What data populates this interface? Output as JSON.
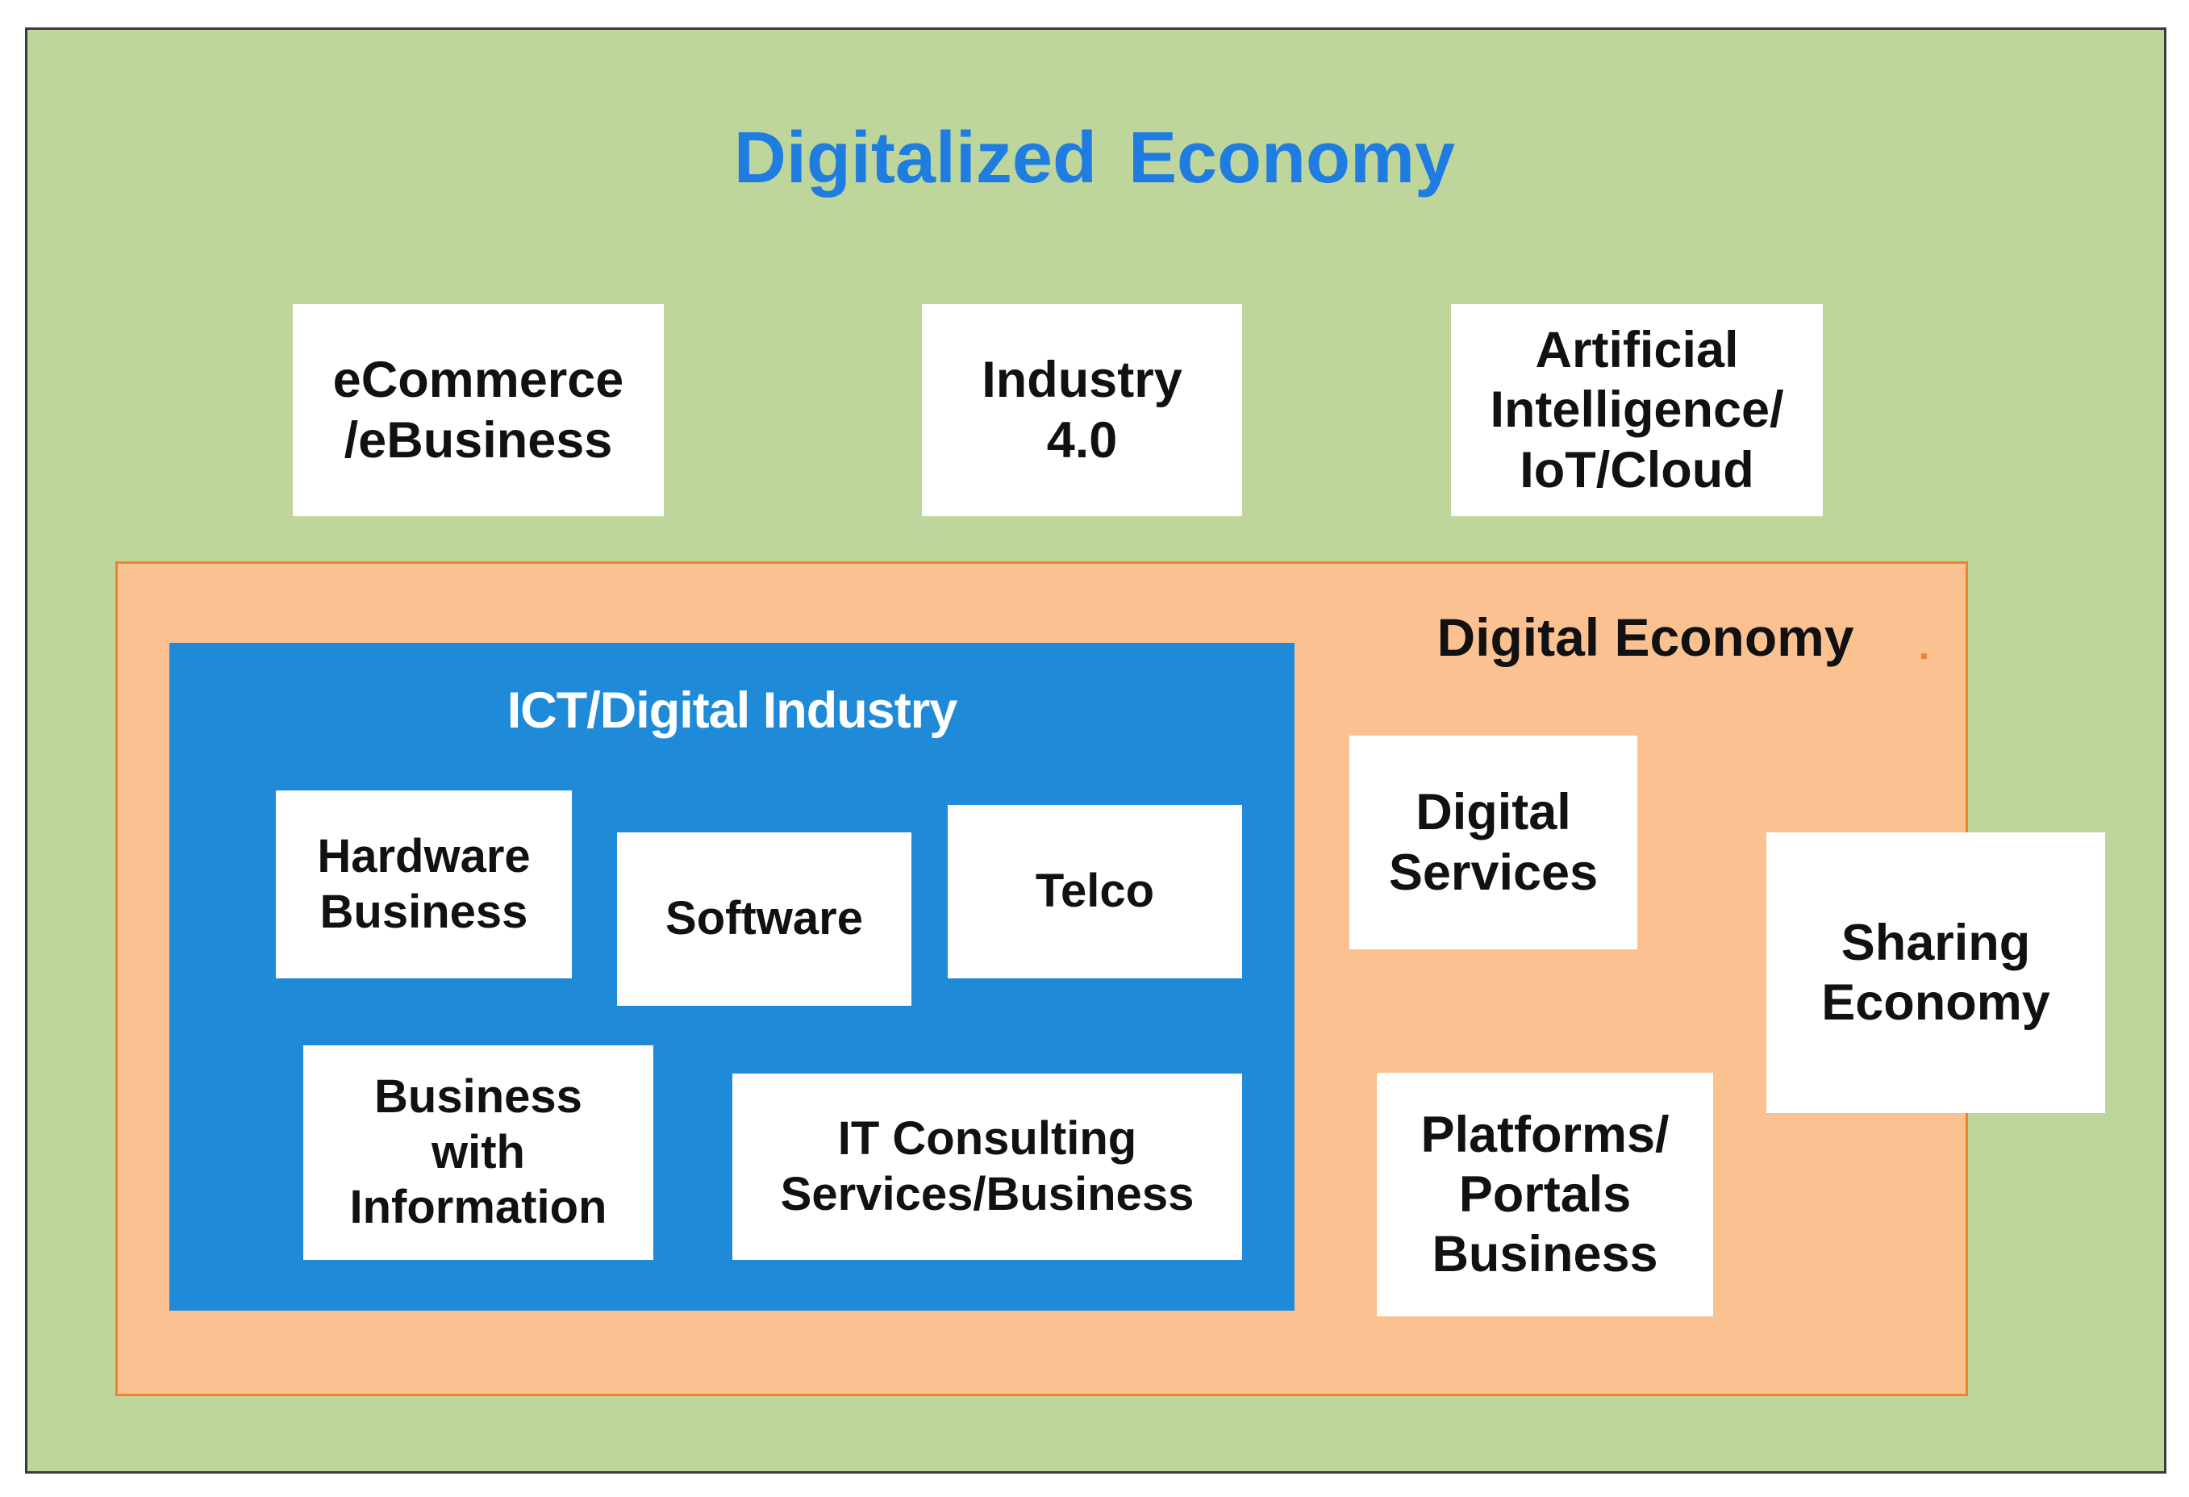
{
  "diagram": {
    "title": "Digitalized Economy",
    "outer_boxes": {
      "ecommerce": "eCommerce\n/eBusiness",
      "industry": "Industry\n4.0",
      "ai": "Artificial\nIntelligence/\nIoT/Cloud",
      "sharing": "Sharing\nEconomy"
    },
    "digital_economy": {
      "title": "Digital Economy",
      "digital_services": "Digital\nServices",
      "platforms": "Platforms/\nPortals\nBusiness"
    },
    "ict": {
      "title": "ICT/Digital Industry",
      "hardware": "Hardware\nBusiness",
      "software": "Software",
      "telco": "Telco",
      "business_info": "Business\nwith\nInformation",
      "it_consulting": "IT Consulting\nServices/Business"
    },
    "colors": {
      "outer_bg": "#bed69b",
      "title_blue": "#1f7ce0",
      "digital_economy_bg": "#fcc190",
      "digital_economy_border": "#f0812d",
      "ict_bg": "#1f8ad8"
    }
  }
}
